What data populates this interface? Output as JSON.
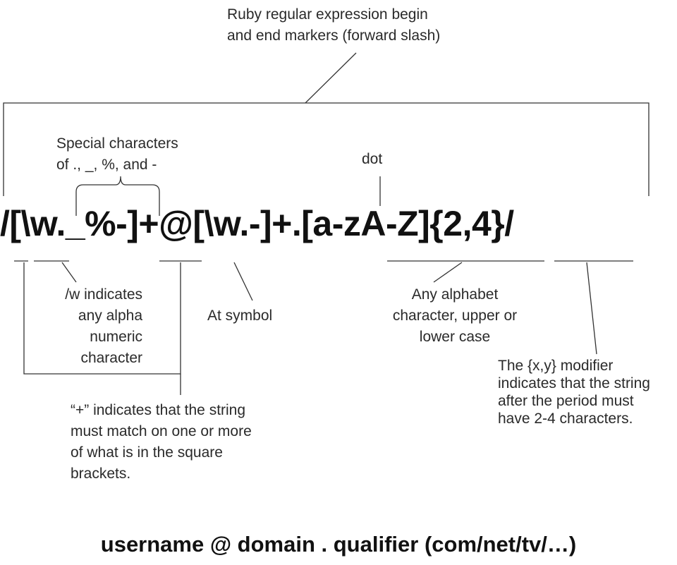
{
  "regex": "/[\\w._%-]+@[\\w.-]+.[a-zA-Z]{2,4}/",
  "annotations": {
    "markers": "Ruby regular expression begin\nand end markers (forward slash)",
    "special": "Special characters\nof ., _, %, and -",
    "dot": "dot",
    "word": "/w indicates\nany alpha\nnumeric\ncharacter",
    "at": "At symbol",
    "alphabet": "Any alphabet\ncharacter, upper or\nlower case",
    "modifier": "The {x,y} modifier\nindicates that the string\nafter the period must\nhave 2-4 characters.",
    "plus": "“+” indicates that the string\nmust match on one or more\nof what is in the square\nbrackets."
  },
  "summary": "username @ domain . qualifier (com/net/tv/…)"
}
